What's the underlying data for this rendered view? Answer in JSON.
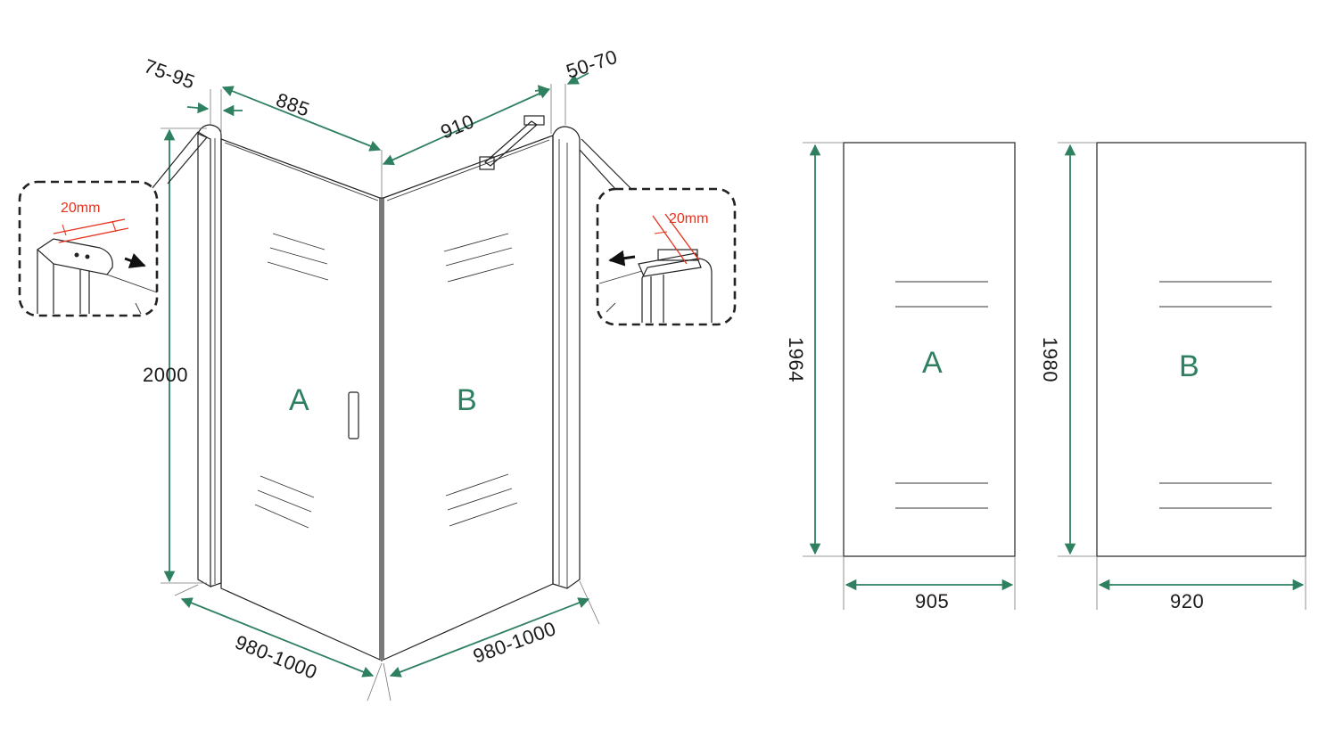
{
  "colors": {
    "dimension_line": "#2e8060",
    "detail_mark": "#e8321e",
    "outline": "#222222"
  },
  "enclosure": {
    "panel_a_label": "A",
    "panel_b_label": "B",
    "height_label": "2000",
    "left_adjust_label": "75-95",
    "right_adjust_label": "50-70",
    "top_a_label": "885",
    "top_b_label": "910",
    "bottom_a_label": "980-1000",
    "bottom_b_label": "980-1000"
  },
  "details": {
    "left_gap_label": "20mm",
    "right_gap_label": "20mm"
  },
  "panel_a": {
    "letter": "A",
    "height_label": "1964",
    "width_label": "905"
  },
  "panel_b": {
    "letter": "B",
    "height_label": "1980",
    "width_label": "920"
  }
}
